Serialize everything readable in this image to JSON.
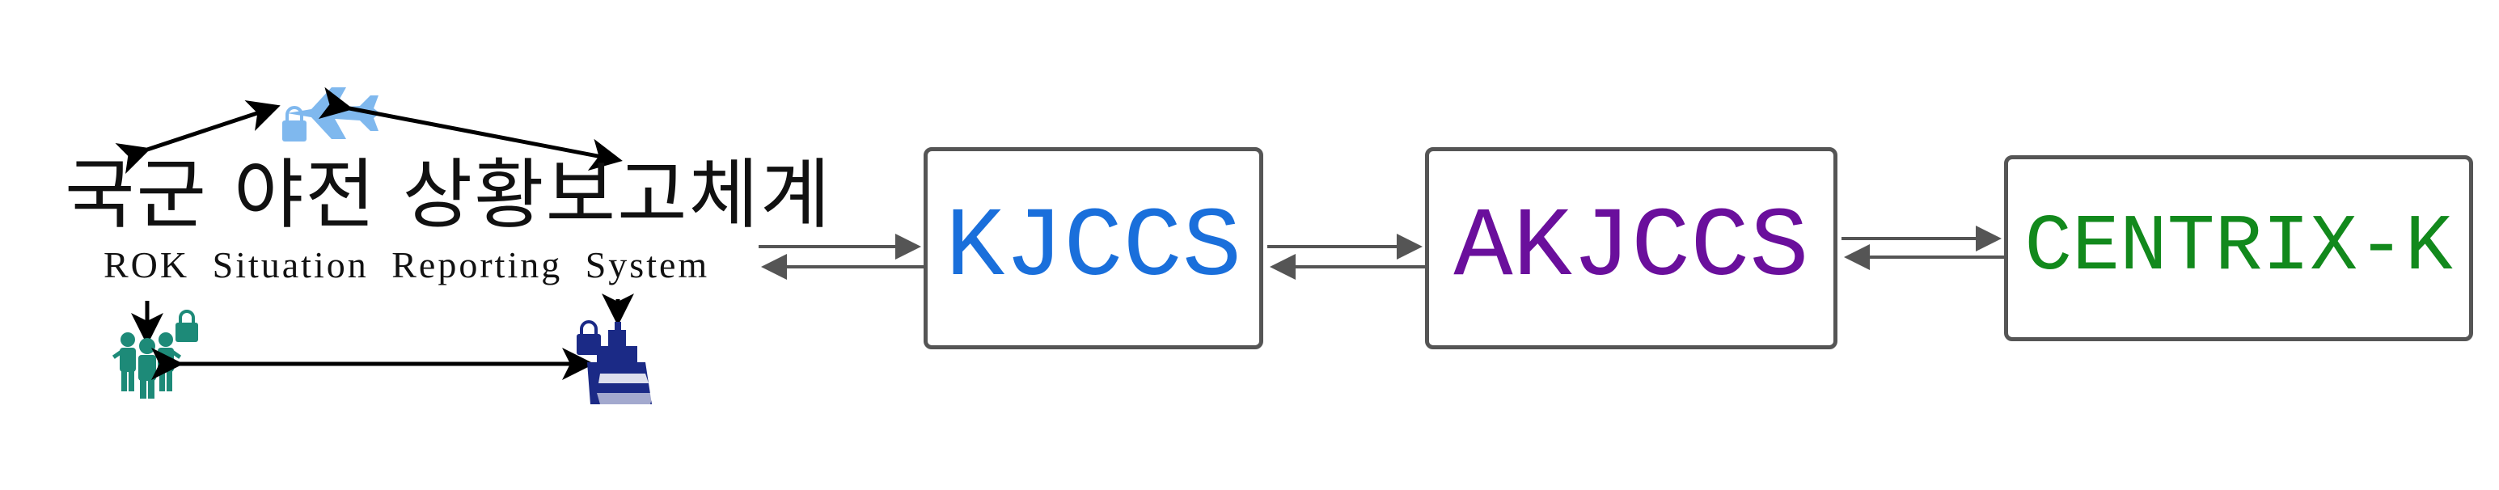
{
  "system": {
    "korean_title": "국군 야전 상황보고체계",
    "english_subtitle": "ROK Situation Reporting System",
    "icons": [
      "aircraft-icon",
      "lock-icon",
      "soldiers-icon",
      "warship-icon"
    ]
  },
  "nodes": [
    {
      "id": "kjccs",
      "label": "KJCCS",
      "color": "#1a6fdb"
    },
    {
      "id": "akjccs",
      "label": "AKJCCS",
      "color": "#6a0f9c"
    },
    {
      "id": "centrix",
      "label": "CENTRIX-K",
      "color": "#12891c"
    }
  ],
  "colors": {
    "border": "#555555",
    "connector": "#555555",
    "icon_aircraft": "#7fb8ee",
    "icon_soldiers": "#1d8a78",
    "icon_warship": "#1b2a86",
    "lock_dark": "#1b2a86",
    "lock_teal": "#1d8a78",
    "lock_light": "#7fb8ee"
  }
}
